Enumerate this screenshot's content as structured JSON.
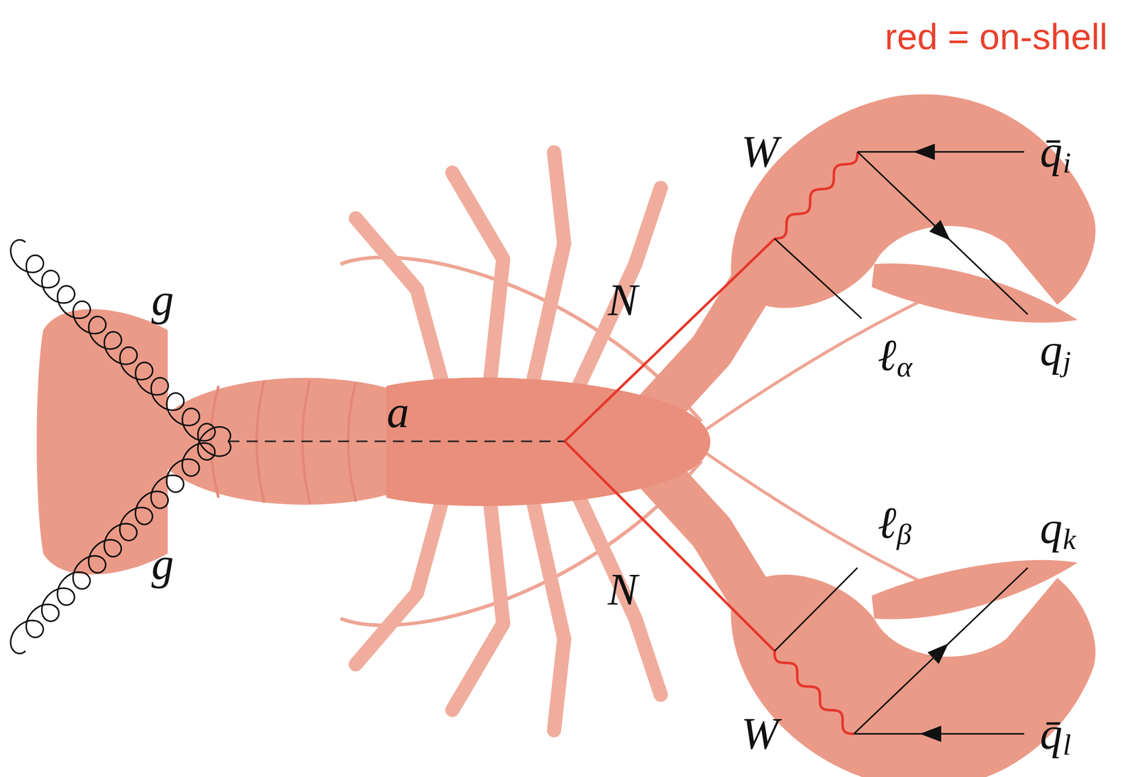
{
  "diagram": {
    "labels": [
      "red = on-shell",
      "W",
      "q̄",
      "i",
      "N",
      "ℓ",
      "α",
      "q",
      "j",
      "g",
      "g",
      "a",
      "N",
      "ℓ",
      "β",
      "q",
      "k",
      "W",
      "q̄",
      "l"
    ]
  }
}
